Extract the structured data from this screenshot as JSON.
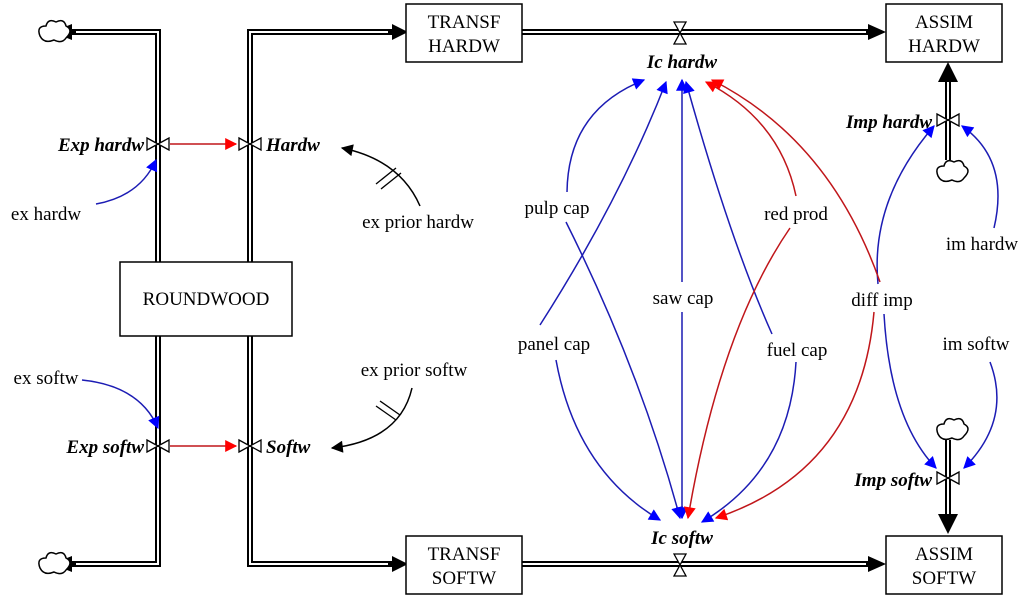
{
  "stocks": {
    "roundwood": "ROUNDWOOD",
    "transf_hardw": [
      "TRANSF",
      "HARDW"
    ],
    "assim_hardw": [
      "ASSIM",
      "HARDW"
    ],
    "transf_softw": [
      "TRANSF",
      "SOFTW"
    ],
    "assim_softw": [
      "ASSIM",
      "SOFTW"
    ]
  },
  "flows": {
    "exp_hardw": "Exp hardw",
    "hardw": "Hardw",
    "exp_softw": "Exp softw",
    "softw": "Softw",
    "ic_hardw": "Ic hardw",
    "ic_softw": "Ic softw",
    "imp_hardw": "Imp hardw",
    "imp_softw": "Imp softw"
  },
  "variables": {
    "ex_hardw": "ex hardw",
    "ex_prior_hardw": "ex prior hardw",
    "ex_softw": "ex softw",
    "ex_prior_softw": "ex prior softw",
    "pulp_cap": "pulp cap",
    "panel_cap": "panel cap",
    "saw_cap": "saw cap",
    "fuel_cap": "fuel cap",
    "red_prod": "red prod",
    "diff_imp": "diff imp",
    "im_hardw": "im hardw",
    "im_softw": "im softw"
  },
  "colors": {
    "blue_link": "#1c1cb4",
    "red_link": "#c0161a",
    "black_link": "#000000",
    "arrow_blue": "#0000ff",
    "arrow_red": "#ff0000"
  }
}
